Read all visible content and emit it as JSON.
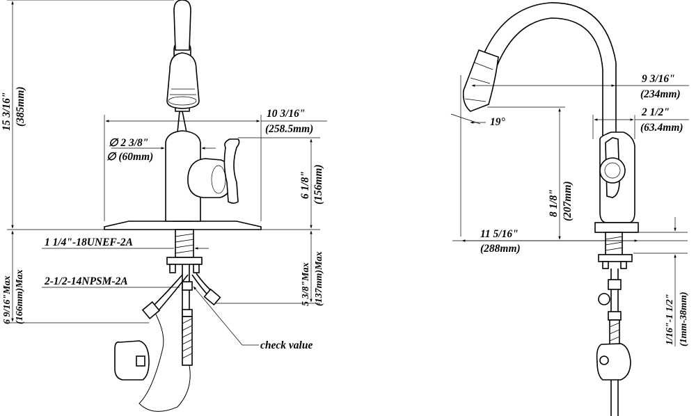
{
  "left_view": {
    "total_height": {
      "imperial": "15 3/16\"",
      "metric": "(385mm)"
    },
    "spread": {
      "imperial": "10 3/16\"",
      "metric": "(258.5mm)"
    },
    "base_diameter": {
      "imperial": "∅ 2 3/8\"",
      "metric": "∅ (60mm)"
    },
    "spout_height": {
      "imperial": "6 1/8\"",
      "metric": "(156mm)"
    },
    "thread_shank": "1 1/4\"-18UNEF-2A",
    "supply_thread": "2-1/2-14NPSM-2A",
    "max_below_left": {
      "imperial": "6 9/16\"Max",
      "metric": "(166mm)Max"
    },
    "max_below_right": {
      "imperial": "5 3/8\"Max",
      "metric": "(137mm)Max"
    },
    "callout": "check value"
  },
  "right_view": {
    "reach": {
      "imperial": "9 3/16\"",
      "metric": "(234mm)"
    },
    "handle_clearance": {
      "imperial": "2 1/2\"",
      "metric": "(63.4mm)"
    },
    "angle": "19°",
    "clearance_height": {
      "imperial": "8 1/8\"",
      "metric": "(207mm)"
    },
    "total_depth": {
      "imperial": "11 5/16\"",
      "metric": "(288mm)"
    },
    "deck_thickness": {
      "imperial": "1/16\"-1 1/2\"",
      "metric": "(1mm-38mm)"
    }
  }
}
